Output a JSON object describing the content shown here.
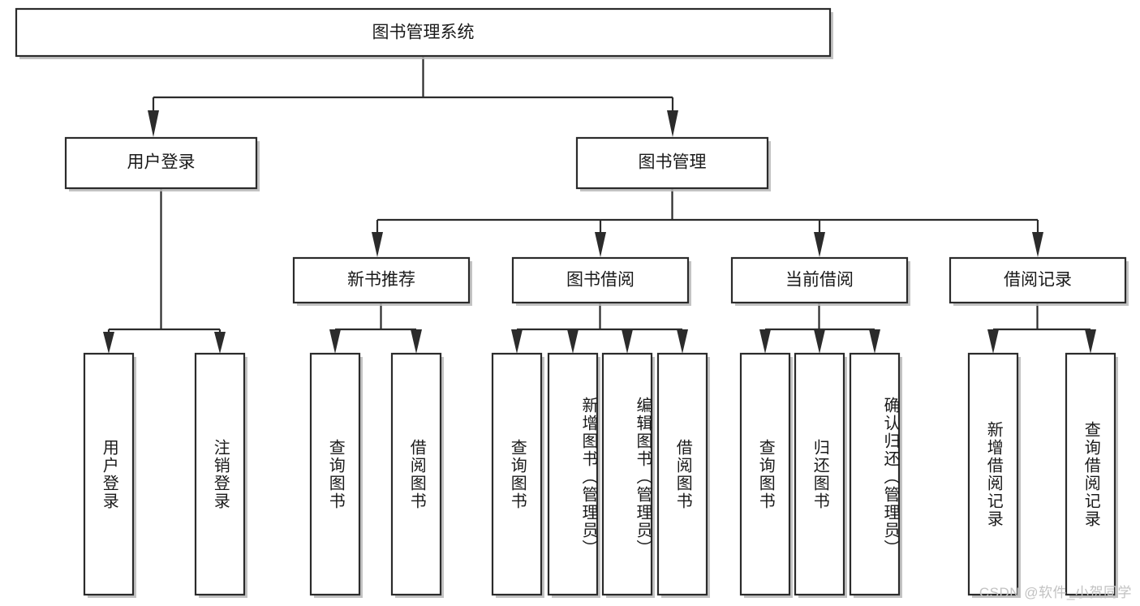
{
  "diagram": {
    "title": "图书管理系统",
    "type": "hierarchical-tree",
    "orientation": "top-down",
    "colors": {
      "box_fill": "#ffffff",
      "box_stroke": "#2b2b2b",
      "text": "#1a1a1a",
      "shadow": "#b9b9b9",
      "watermark": "#c2c2c2",
      "background": "#ffffff"
    },
    "levels": 4,
    "root": {
      "id": "root",
      "label": "图书管理系统",
      "orientation": "horizontal"
    },
    "level2": [
      {
        "id": "user-login",
        "label": "用户登录",
        "orientation": "horizontal"
      },
      {
        "id": "book-management",
        "label": "图书管理",
        "orientation": "horizontal"
      }
    ],
    "level3": [
      {
        "id": "new-book-recommend",
        "label": "新书推荐",
        "parent": "book-management",
        "orientation": "horizontal"
      },
      {
        "id": "book-borrow",
        "label": "图书借阅",
        "parent": "book-management",
        "orientation": "horizontal"
      },
      {
        "id": "current-borrow",
        "label": "当前借阅",
        "parent": "book-management",
        "orientation": "horizontal"
      },
      {
        "id": "borrow-record",
        "label": "借阅记录",
        "parent": "book-management",
        "orientation": "horizontal"
      }
    ],
    "leaves": [
      {
        "id": "leaf-user-login",
        "label": "用户登录",
        "parent": "user-login",
        "orientation": "vertical",
        "align": "center"
      },
      {
        "id": "leaf-logout-login",
        "label": "注销登录",
        "parent": "user-login",
        "orientation": "vertical",
        "align": "center"
      },
      {
        "id": "leaf-query-book-1",
        "label": "查询图书",
        "parent": "new-book-recommend",
        "orientation": "vertical",
        "align": "center"
      },
      {
        "id": "leaf-borrow-book-1",
        "label": "借阅图书",
        "parent": "new-book-recommend",
        "orientation": "vertical",
        "align": "center"
      },
      {
        "id": "leaf-query-book-2",
        "label": "查询图书",
        "parent": "book-borrow",
        "orientation": "vertical",
        "align": "center"
      },
      {
        "id": "leaf-add-book-admin",
        "label": "新增图书（管理员）",
        "parent": "book-borrow",
        "orientation": "vertical",
        "align": "top"
      },
      {
        "id": "leaf-edit-book-admin",
        "label": "编辑图书（管理员）",
        "parent": "book-borrow",
        "orientation": "vertical",
        "align": "top"
      },
      {
        "id": "leaf-borrow-book-2",
        "label": "借阅图书",
        "parent": "book-borrow",
        "orientation": "vertical",
        "align": "center"
      },
      {
        "id": "leaf-query-book-3",
        "label": "查询图书",
        "parent": "current-borrow",
        "orientation": "vertical",
        "align": "center"
      },
      {
        "id": "leaf-return-book",
        "label": "归还图书",
        "parent": "current-borrow",
        "orientation": "vertical",
        "align": "center"
      },
      {
        "id": "leaf-confirm-return-admin",
        "label": "确认归还（管理员）",
        "parent": "current-borrow",
        "orientation": "vertical",
        "align": "top"
      },
      {
        "id": "leaf-add-borrow-record",
        "label": "新增借阅记录",
        "parent": "borrow-record",
        "orientation": "vertical",
        "align": "center"
      },
      {
        "id": "leaf-query-borrow-record",
        "label": "查询借阅记录",
        "parent": "borrow-record",
        "orientation": "vertical",
        "align": "center"
      }
    ]
  },
  "watermark": {
    "text": "CSDN @软件_小贺同学"
  }
}
